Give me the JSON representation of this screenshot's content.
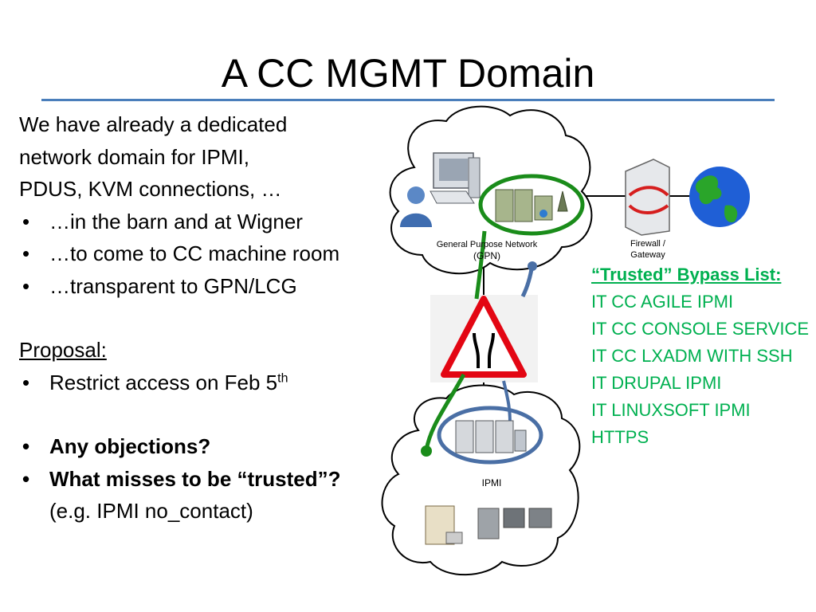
{
  "slide": {
    "title": "A CC MGMT Domain"
  },
  "body": {
    "intro_lines": [
      "We have already a dedicated",
      "network domain for IPMI,",
      "PDUS, KVM connections, …"
    ],
    "bullets": [
      "…in the barn and at Wigner",
      "…to come to CC machine room",
      "…transparent to GPN/LCG"
    ],
    "proposal_label": "Proposal:",
    "proposal_text": "Restrict access on Feb 5",
    "proposal_sup": "th",
    "bold_bullets": [
      "Any objections?",
      "What misses to be “trusted”?"
    ],
    "example_note": "(e.g. IPMI no_contact)",
    "bullet_glyph": "•"
  },
  "diagram": {
    "gpn_label_1": "General Purpose Network",
    "gpn_label_2": "(GPN)",
    "firewall_label_1": "Firewall /",
    "firewall_label_2": "Gateway",
    "ipmi_label": "IPMI",
    "colors": {
      "trusted_green": "#00b050",
      "link_green": "#1a8c1a",
      "link_blue": "#4a6fa5",
      "sign_red": "#e30613",
      "globe_blue": "#1f5fd6"
    },
    "icons": [
      "workstation-icon",
      "user-icon",
      "server-icon",
      "firewall-icon",
      "globe-icon",
      "road-narrows-sign-icon",
      "rack-icon"
    ]
  },
  "trusted_list": {
    "heading": "“Trusted” Bypass List:",
    "items": [
      "IT CC AGILE IPMI",
      "IT CC CONSOLE SERVICE",
      "IT CC LXADM WITH SSH",
      "IT DRUPAL IPMI",
      "IT LINUXSOFT IPMI",
      "HTTPS"
    ]
  }
}
